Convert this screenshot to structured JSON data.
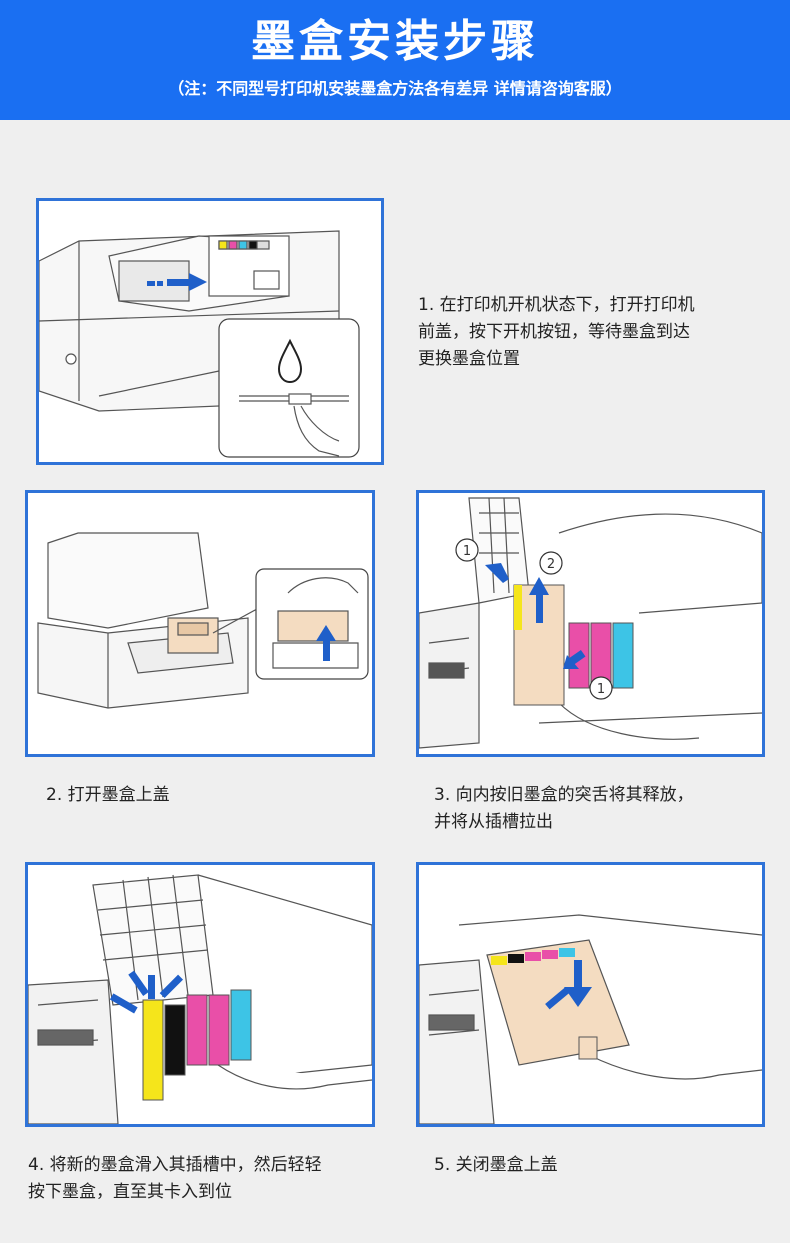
{
  "header": {
    "title": "墨盒安装步骤",
    "subtitle": "（注：不同型号打印机安装墨盒方法各有差异  详情请咨询客服）"
  },
  "steps": [
    {
      "line1": "1. 在打印机开机状态下，打开打印机",
      "line2": "前盖，按下开机按钮，等待墨盒到达",
      "line3": "更换墨盒位置"
    },
    {
      "line1": "2. 打开墨盒上盖"
    },
    {
      "line1": "3. 向内按旧墨盒的突舌将其释放，",
      "line2": "并将从插槽拉出"
    },
    {
      "line1": "4. 将新的墨盒滑入其插槽中，然后轻轻",
      "line2": "按下墨盒，直至其卡入到位"
    },
    {
      "line1": "5. 关闭墨盒上盖"
    }
  ],
  "markers": {
    "m1": "1",
    "m2": "2"
  },
  "colors": {
    "header_bg": "#1a6ff2",
    "panel_border": "#2f73d8",
    "ink_yellow": "#f5e51b",
    "ink_magenta": "#e94fa8",
    "ink_cyan": "#3dc4e6",
    "ink_black": "#111111",
    "arrow_blue": "#1f5fc9",
    "cartridge_tan": "#f4dcc1"
  }
}
